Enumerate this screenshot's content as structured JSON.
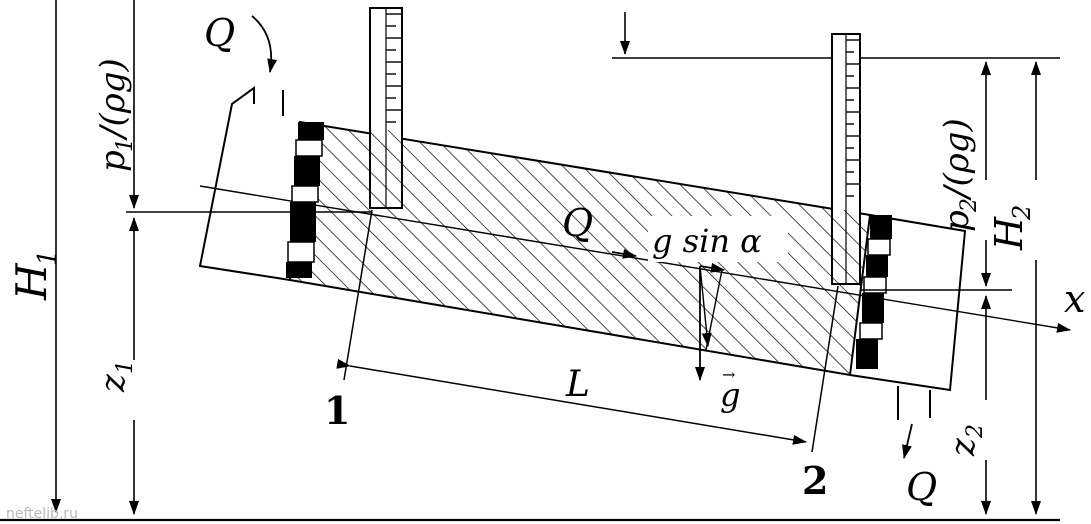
{
  "labels": {
    "Q_in": "Q",
    "Q_mid": "Q",
    "Q_out": "Q",
    "H1": "H",
    "H1_sub": "1",
    "H2": "H",
    "H2_sub": "2",
    "p1": "p",
    "p1_sub": "1",
    "p1_tail": "/(ρg)",
    "p2": "p",
    "p2_sub": "2",
    "p2_tail": "/(ρg)",
    "z1": "z",
    "z1_sub": "1",
    "z2": "z",
    "z2_sub": "2",
    "L": "L",
    "x": "x",
    "gsin": "g sin α",
    "g_vec": "g",
    "g_arrow": "→",
    "sec1": "1",
    "sec2": "2"
  },
  "watermark": "neftelib.ru"
}
